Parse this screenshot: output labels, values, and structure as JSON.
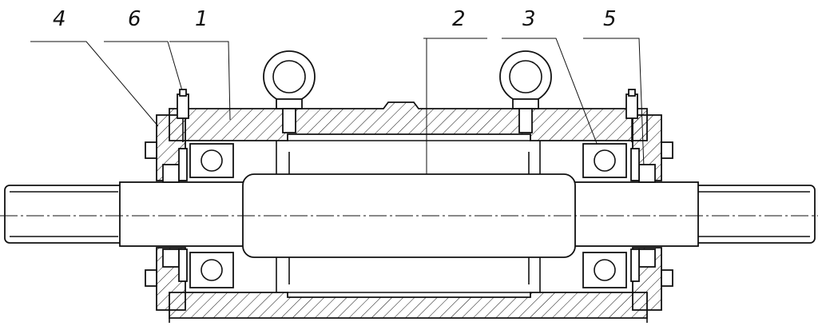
{
  "callouts": [
    {
      "id": "4",
      "text": "4"
    },
    {
      "id": "6",
      "text": "6"
    },
    {
      "id": "1",
      "text": "1"
    },
    {
      "id": "2",
      "text": "2"
    },
    {
      "id": "3",
      "text": "3"
    },
    {
      "id": "5",
      "text": "5"
    }
  ],
  "colors": {
    "line": "#111111",
    "background": "#ffffff"
  }
}
